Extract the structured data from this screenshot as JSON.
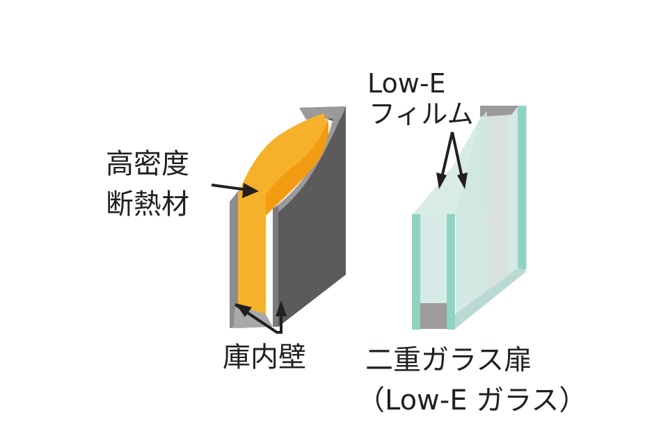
{
  "diagram": {
    "left_panel": {
      "name": "insulated wall cross-section",
      "labels": {
        "insulation_line1": "高密度",
        "insulation_line2": "断熱材",
        "inner_wall": "庫内壁"
      },
      "colors": {
        "insulation_front": "#f6b12a",
        "insulation_side": "#f39b12",
        "wall_face": "#5d5a5b",
        "wall_edge": "#9a999b",
        "arrow": "#231f20"
      }
    },
    "right_panel": {
      "name": "double glass door cross-section",
      "labels": {
        "film_line1": "Low-E",
        "film_line2": "フィルム",
        "door_line1": "二重ガラス扉",
        "door_line2": "（Low-E ガラス）"
      },
      "colors": {
        "glass_edge": "#8fd3c3",
        "glass_face": "#cfe6e1",
        "spacer": "#9e9b9c",
        "arrow": "#231f20"
      }
    }
  }
}
